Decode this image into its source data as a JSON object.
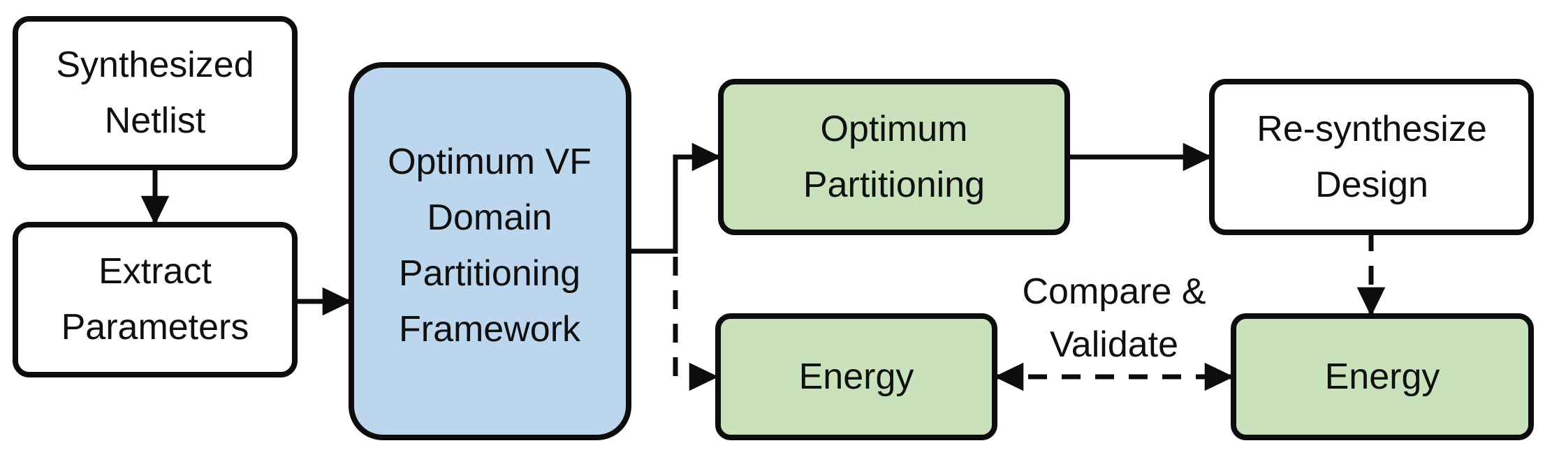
{
  "diagram": {
    "nodes": {
      "synthesized_netlist": {
        "lines": [
          "Synthesized",
          "Netlist"
        ]
      },
      "extract_parameters": {
        "lines": [
          "Extract",
          "Parameters"
        ]
      },
      "framework": {
        "lines": [
          "Optimum VF",
          "Domain",
          "Partitioning",
          "Framework"
        ]
      },
      "optimum_partitioning": {
        "lines": [
          "Optimum",
          "Partitioning"
        ]
      },
      "energy_left": {
        "lines": [
          "Energy"
        ]
      },
      "resynthesize_design": {
        "lines": [
          "Re-synthesize",
          "Design"
        ]
      },
      "energy_right": {
        "lines": [
          "Energy"
        ]
      }
    },
    "edge_label": {
      "lines": [
        "Compare &",
        "Validate"
      ]
    },
    "edges": [
      {
        "from": "synthesized_netlist",
        "to": "extract_parameters",
        "style": "solid"
      },
      {
        "from": "extract_parameters",
        "to": "framework",
        "style": "solid"
      },
      {
        "from": "framework",
        "to": "optimum_partitioning",
        "style": "solid"
      },
      {
        "from": "framework",
        "to": "energy_left",
        "style": "dashed"
      },
      {
        "from": "optimum_partitioning",
        "to": "resynthesize_design",
        "style": "solid"
      },
      {
        "from": "resynthesize_design",
        "to": "energy_right",
        "style": "dashed"
      },
      {
        "from": "energy_left",
        "to": "energy_right",
        "style": "dashed-double",
        "label": "Compare & Validate"
      }
    ],
    "icons": {
      "arrowhead": "filled-triangle"
    },
    "colors": {
      "blue": "#BCD6EE",
      "green": "#C9E2BB",
      "white": "#FFFFFF",
      "stroke": "#0D0D0D",
      "background": "#FFFFFF"
    }
  }
}
